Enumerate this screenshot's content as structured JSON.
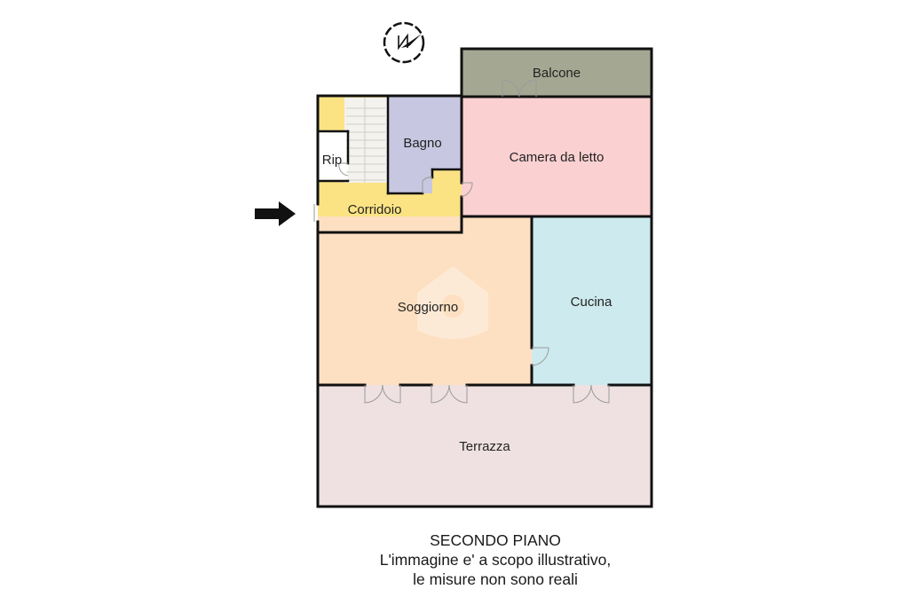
{
  "plan": {
    "rooms": {
      "balcone": "Balcone",
      "camera": "Camera da letto",
      "bagno": "Bagno",
      "rip": "Rip",
      "corridoio": "Corridoio",
      "soggiorno": "Soggiorno",
      "cucina": "Cucina",
      "terrazza": "Terrazza"
    },
    "colors": {
      "balcone": "#a4a893",
      "camera": "#fbd0d1",
      "bagno": "#c8c7e1",
      "corridoio": "#fbe384",
      "stairs": "#f3f2ee",
      "rip": "#ffffff",
      "soggiorno": "#fde0c1",
      "cucina": "#cdeaee",
      "terrazza": "#efe1e1",
      "wall": "#111111"
    },
    "icons": [
      "compass-icon",
      "entrance-arrow-icon",
      "watermark-logo"
    ]
  },
  "caption": {
    "title": "SECONDO PIANO",
    "line1": "L'immagine e' a scopo illustrativo,",
    "line2": "le misure non sono reali"
  }
}
